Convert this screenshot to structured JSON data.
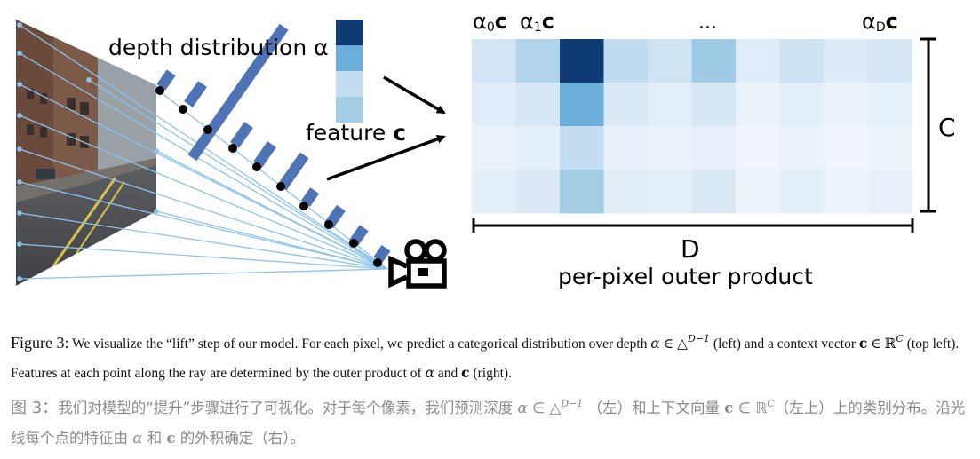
{
  "figure": {
    "depth_label": "depth distribution α",
    "feature_label_prefix": "feature ",
    "feature_label_symbol": "c",
    "matrix_col_labels": [
      {
        "prefix": "α",
        "sub": "0",
        "sym": "c"
      },
      {
        "prefix": "α",
        "sub": "1",
        "sym": "c"
      },
      {
        "prefix": "α",
        "sub": "D",
        "sym": "c"
      }
    ],
    "matrix_ellipsis": "...",
    "c_label": "C",
    "d_label": "D",
    "outer_product_label": "per-pixel outer product",
    "colors": {
      "bar_blue": "#4f74b5",
      "ray": "#8dc3ee",
      "feature_cells": [
        "#0f3b74",
        "#6aaed9",
        "#c4dcf0",
        "#a3cde5"
      ],
      "matrix_grid": [
        [
          "#d3e5f4",
          "#b2d4eb",
          "#0f3b74",
          "#c0daef",
          "#cfe3f3",
          "#9ecbe3",
          "#e0ecf7",
          "#cfe2f3",
          "#deebf6",
          "#d6e6f4"
        ],
        [
          "#e0ecf7",
          "#d5e6f4",
          "#6aaed9",
          "#dae8f5",
          "#e3eef8",
          "#d7e7f4",
          "#eaf2fa",
          "#e3eef8",
          "#eaf2fa",
          "#e6f0f9"
        ],
        [
          "#e9f1f9",
          "#e5eff8",
          "#c4dcf0",
          "#e7f0f9",
          "#eaf2fa",
          "#e7f0f9",
          "#f0f6fb",
          "#eaf2fa",
          "#f0f6fb",
          "#edf4fa"
        ],
        [
          "#e3eef8",
          "#dde9f6",
          "#a3cde5",
          "#e1ecf7",
          "#e5eff8",
          "#dae8f5",
          "#edf4fa",
          "#e5eff8",
          "#ecf3fa",
          "#e8f1f9"
        ]
      ]
    }
  },
  "caption_en": {
    "label": "Figure 3:",
    "t1": " We visualize the “lift” step of our model. For each pixel, we predict a categorical distribution over depth ",
    "alpha": "α",
    "in1": " ∈ △",
    "sup1": "D−1",
    "t2": " (left) and a context vector ",
    "c1": "c",
    "in2": " ∈ ℝ",
    "sup2": "C",
    "t3": " (top left). Features at each point along the ray are determined by the outer product of ",
    "alpha2": "α",
    "t4": " and ",
    "c2": "c",
    "t5": " (right)."
  },
  "caption_zh": {
    "label": "图 3：",
    "t1": "我们对模型的“提升”步骤进行了可视化。对于每个像素，我们预测深度 ",
    "alpha": "α",
    "in1": " ∈ △",
    "sup1": "D−1",
    "t2": " （左）和上下文向量 ",
    "c1": "c",
    "in2": " ∈ ℝ",
    "sup2": "C",
    "t3": "（左上）上的类别分布。沿光线每个点的特征由 ",
    "alpha2": "α",
    "t4": " 和 ",
    "c2": "c",
    "t5": " 的外积确定（右）。"
  }
}
